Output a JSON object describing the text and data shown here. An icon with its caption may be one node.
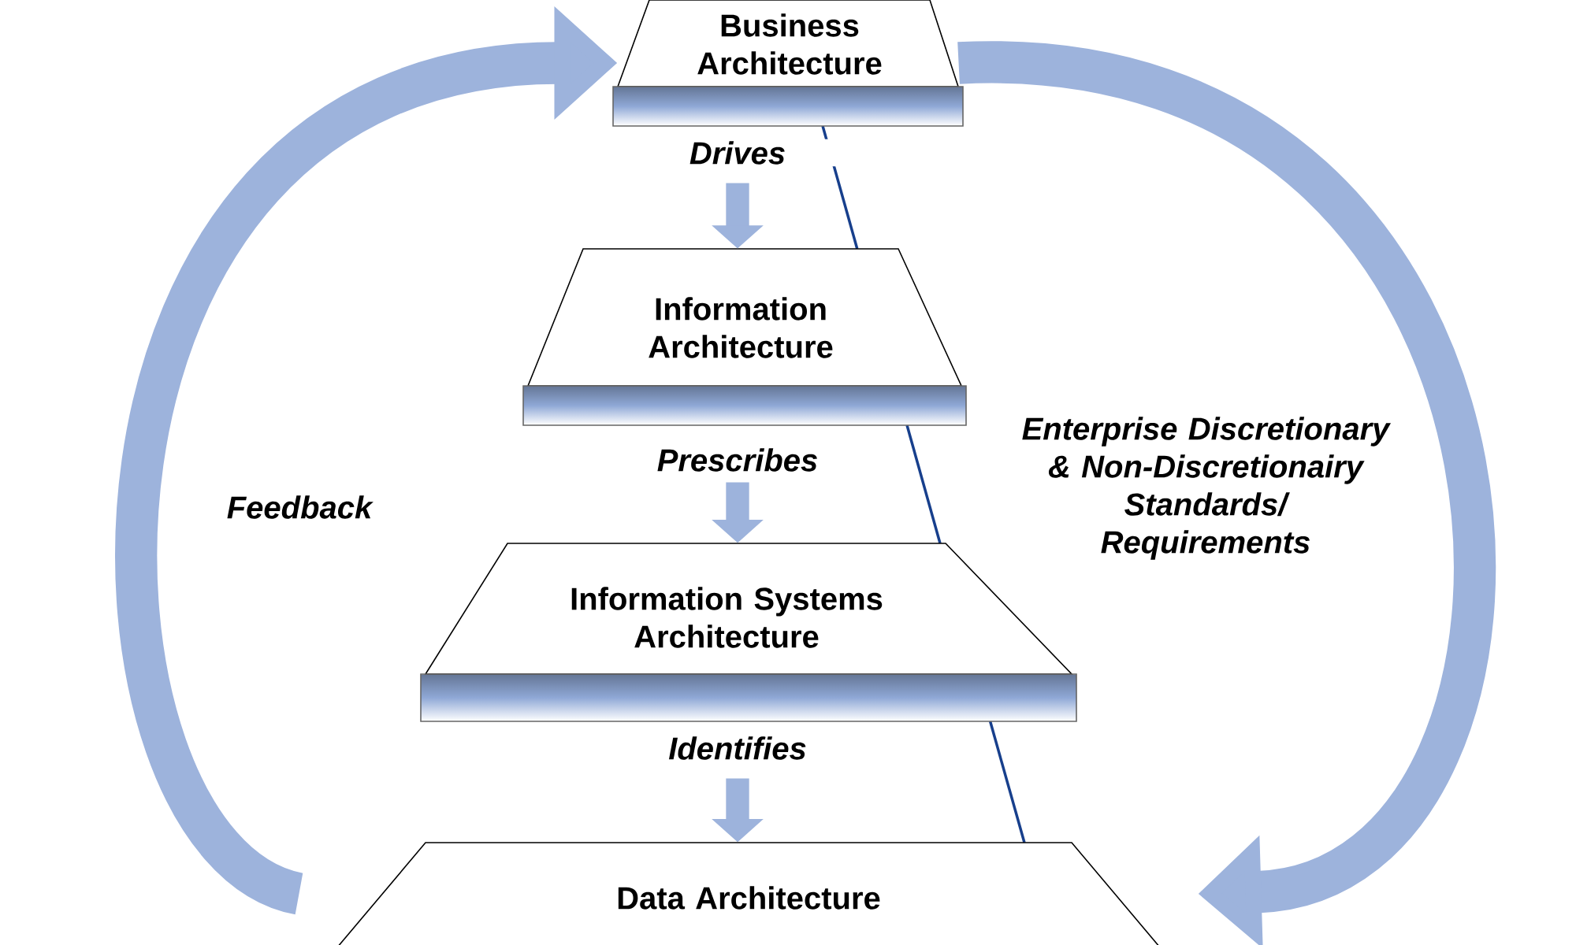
{
  "diagram": {
    "nodes": [
      {
        "text": [
          "Business Architecture"
        ]
      },
      {
        "text": [
          "Information Architecture"
        ]
      },
      {
        "text": [
          "Information Systems Architecture"
        ]
      },
      {
        "text": [
          "Data Architecture"
        ]
      }
    ],
    "edges": [
      {
        "from": 0,
        "to": 1,
        "arrow": "to",
        "label": "Drives"
      },
      {
        "from": 1,
        "to": 2,
        "arrow": "to",
        "label": "Prescribes"
      },
      {
        "from": 2,
        "to": 3,
        "arrow": "to",
        "label": "Identifies"
      },
      {
        "from": 3,
        "to": 0,
        "arrow": "to",
        "label": "Feedback",
        "style": "thick"
      },
      {
        "from": 0,
        "to": 3,
        "arrow": "to",
        "label": "Enterprise Discretionary & Non-Discretionairy Standards/ Requirements",
        "style": "thick"
      }
    ]
  }
}
